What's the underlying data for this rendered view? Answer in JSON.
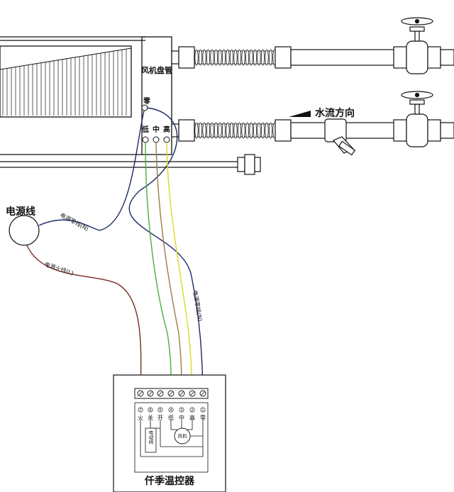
{
  "fcu": {
    "title": "风机盘管",
    "zero_terminal": "零",
    "speed_terminals": [
      "低",
      "中",
      "高"
    ]
  },
  "pipe": {
    "flow_direction_label": "水流方向"
  },
  "power": {
    "label": "电源线",
    "neutral_wire_label": "电源零线(N)",
    "live_wire_label": "电源火线(L)",
    "neutral_wire_label_2": "电源零线(N)"
  },
  "thermostat": {
    "title": "仟季温控器",
    "terminal_numbers": [
      "7",
      "6",
      "5",
      "4",
      "3",
      "2",
      "1"
    ],
    "terminal_labels": [
      "火",
      "关",
      "开",
      "低",
      "中",
      "高",
      "零"
    ],
    "valve_label": "电动阀",
    "fan_label": "风机"
  },
  "colors": {
    "line": "#111111",
    "neutral_wire": "#1b2a6b",
    "live_wire": "#7a2a24",
    "green_wire": "#4caf3a",
    "brown_wire": "#a0784a",
    "yellow_wire": "#d8d82a"
  }
}
